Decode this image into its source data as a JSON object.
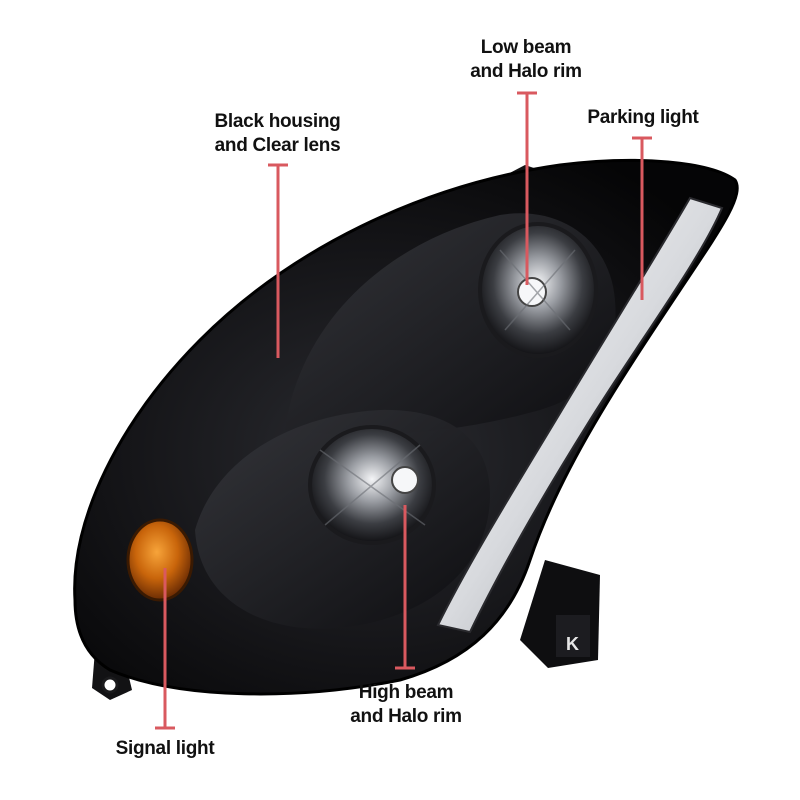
{
  "callouts": {
    "housing": {
      "line1": "Black housing",
      "line2": "and Clear lens"
    },
    "low_beam": {
      "line1": "Low beam",
      "line2": "and Halo rim"
    },
    "parking": {
      "line1": "Parking light"
    },
    "high_beam": {
      "line1": "High beam",
      "line2": "and Halo rim"
    },
    "signal": {
      "line1": "Signal light"
    }
  },
  "colors": {
    "callout_line": "#d9595f",
    "housing_black": "#0b0b0d",
    "amber": "#d97a10",
    "chrome": "#c9ccd1"
  }
}
